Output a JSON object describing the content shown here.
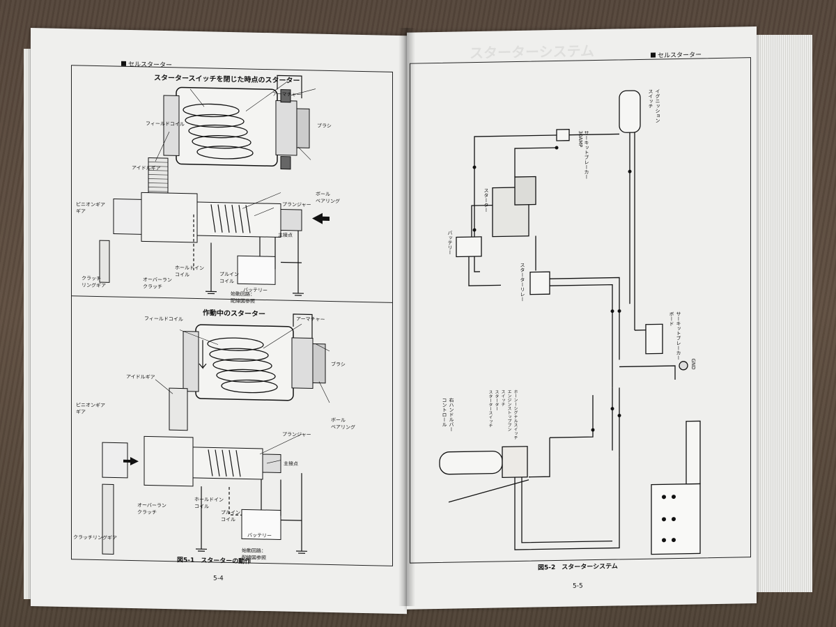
{
  "left_page": {
    "header": "セルスターター",
    "diagram_top": {
      "title": "スタータースイッチを閉じた時点のスターター",
      "labels": {
        "armature": "アーマチャー",
        "field_coil": "フィールドコイル",
        "brush": "ブラシ",
        "idle_gear": "アイドルギア",
        "ball_bearing": "ボール\nベアリング",
        "plunger": "プランジャー",
        "pinion_gear": "ピニオンギア\nギア",
        "main_contact": "主接点",
        "hold_in_coil": "ホールドイン\nコイル",
        "pull_in_coil": "プルイン\nコイル",
        "overrun_clutch": "オーバーラン\nクラッチ",
        "battery": "バッテリー",
        "clutch_ring_gear": "クラッチ\nリングギア",
        "start_circuit": "始動回路：\n配線図参照"
      }
    },
    "diagram_bottom": {
      "title": "作動中のスターター",
      "labels": {
        "field_coil": "フィールドコイル",
        "armature": "アーマチャー",
        "brush": "ブラシ",
        "idle_gear": "アイドルギア",
        "pinion_gear": "ピニオンギア\nギア",
        "ball_bearing": "ボール\nベアリング",
        "plunger": "プランジャー",
        "main_contact": "主接点",
        "hold_in_coil": "ホールドイン\nコイル",
        "pull_in_coil": "プルイン\nコイル",
        "overrun_clutch": "オーバーラン\nクラッチ",
        "battery": "バッテリー",
        "clutch_ring_gear": "クラッチリングギア",
        "start_circuit": "始動回路：\n配線図参照"
      }
    },
    "caption": "図5-1　スターターの動作",
    "page_number": "5-4"
  },
  "right_page": {
    "header": "セルスターター",
    "labels": {
      "ignition_switch": "イグニッション\nスイッチ",
      "circuit_breaker_30a": "サーキットブレーカー\n30AMP",
      "starter": "スターター",
      "battery": "バッテリー",
      "starter_relay": "スターターリレー",
      "circuit_breaker_board": "サーキットブレーカー\nボード",
      "ground": "GND",
      "right_handlebar_control": "右ハンドルバー\nコントロール",
      "switch_list": "ホーンーシグナルスイッチ\nエンジンストップブン\nスイッチ\nスターター\nスタータースイッチ"
    },
    "caption": "図5-2　スターターシステム",
    "page_number": "5-5"
  }
}
